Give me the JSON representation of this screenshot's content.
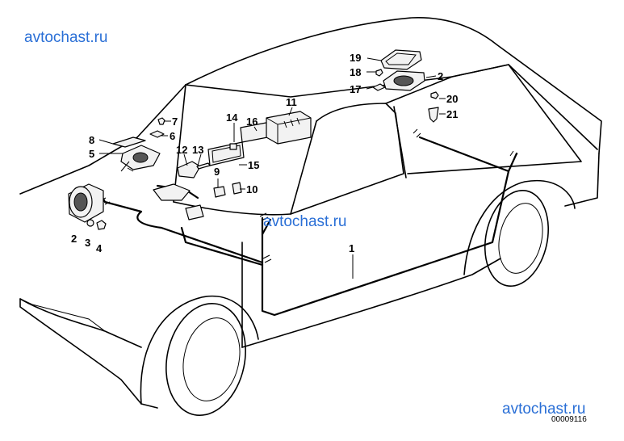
{
  "watermarks": [
    "avtochast.ru",
    "avtochast.ru",
    "avtochast.ru"
  ],
  "drawing_code": "00009116",
  "parts": {
    "p1": "1",
    "p2a": "2",
    "p2b": "2",
    "p3": "3",
    "p4": "4",
    "p5": "5",
    "p6": "6",
    "p7": "7",
    "p8": "8",
    "p9": "9",
    "p10": "10",
    "p11": "11",
    "p12": "12",
    "p13": "13",
    "p14": "14",
    "p15": "15",
    "p16": "16",
    "p17": "17",
    "p18": "18",
    "p19": "19",
    "p20": "20",
    "p21": "21"
  }
}
